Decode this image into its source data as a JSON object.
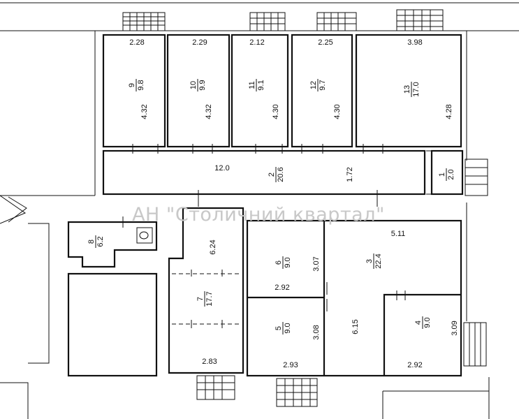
{
  "watermark": "АН \"Столичний квартал\"",
  "rooms": [
    {
      "id": "room-9",
      "number": "9",
      "area": "9.8"
    },
    {
      "id": "room-10",
      "number": "10",
      "area": "9.9"
    },
    {
      "id": "room-11",
      "number": "11",
      "area": "9.1"
    },
    {
      "id": "room-12",
      "number": "12",
      "area": "9.7"
    },
    {
      "id": "room-13",
      "number": "13",
      "area": "17.0"
    },
    {
      "id": "room-2",
      "number": "2",
      "area": "20.6"
    },
    {
      "id": "room-1",
      "number": "1",
      "area": "2.0"
    },
    {
      "id": "room-8",
      "number": "8",
      "area": "6.2"
    },
    {
      "id": "room-6",
      "number": "6",
      "area": "9.0"
    },
    {
      "id": "room-5",
      "number": "5",
      "area": "9.0"
    },
    {
      "id": "room-3",
      "number": "3",
      "area": "22.4"
    },
    {
      "id": "room-4",
      "number": "4",
      "area": "9.0"
    },
    {
      "id": "room-7",
      "number": "7",
      "area": "17.7"
    }
  ],
  "dimensions": {
    "r9_width": "2.28",
    "r9_depth": "4.32",
    "r10_width": "2.29",
    "r10_depth": "4.32",
    "r11_width": "2.12",
    "r11_depth": "4.30",
    "r12_width": "2.25",
    "r12_depth": "4.30",
    "r13_width": "3.98",
    "r13_depth": "4.28",
    "corridor_length": "12.0",
    "corridor_width": "1.72",
    "r3_width": "5.11",
    "r3_depth": "6.15",
    "r6_width": "2.92",
    "r6_depth": "3.07",
    "r5_width": "2.93",
    "r5_depth": "3.08",
    "r4_width": "2.92",
    "r4_depth": "3.09",
    "r7_width": "2.83",
    "r7_depth": "6.24"
  }
}
